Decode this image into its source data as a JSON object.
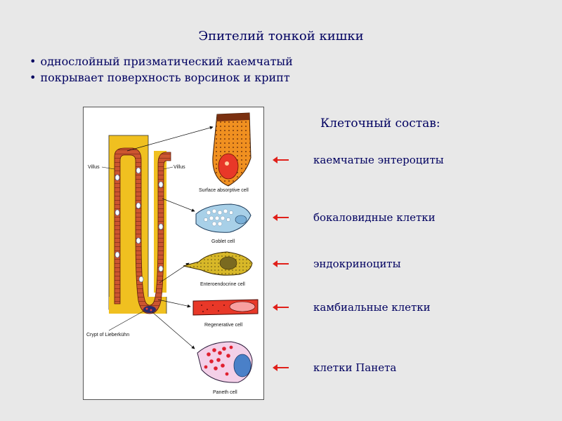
{
  "slide": {
    "title": "Эпителий тонкой кишки",
    "bullets": [
      "однослойный призматический каемчатый",
      "покрывает поверхность ворсинок и крипт"
    ]
  },
  "figure": {
    "villus_left": "Villus",
    "villus_right": "Villus",
    "crypt": "Crypt of Lieberkühn",
    "cells": [
      "Surface absorptive cell",
      "Goblet cell",
      "Enteroendocrine cell",
      "Regenerative cell",
      "Paneth cell"
    ]
  },
  "composition": {
    "title": "Клеточный состав:",
    "items": [
      "каемчатые энтероциты",
      "бокаловидные клетки",
      "эндокриноциты",
      "камбиальные клетки",
      "клетки Панета"
    ]
  },
  "colors": {
    "title_text": "#000060",
    "arrow": "#e0201a",
    "lamina": "#f0c020",
    "epithelium": "#cc5530",
    "absorptive": "#f09020",
    "goblet": "#a8d0e8",
    "endocrine": "#d8b828",
    "regenerative": "#e83828",
    "paneth_nucleus": "#4a80c8"
  },
  "icons": [
    "left-arrow-icon"
  ]
}
